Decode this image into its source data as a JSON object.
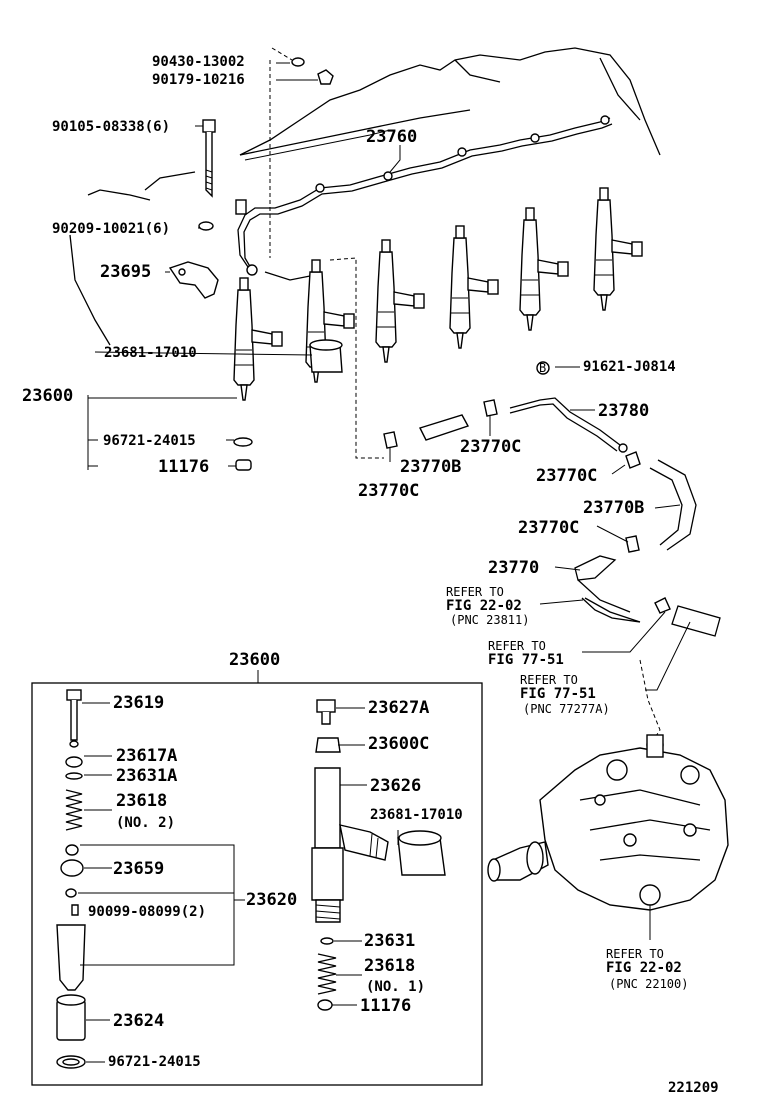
{
  "diagram_id": "221209",
  "callouts": {
    "c_90430": "90430-13002",
    "c_90179": "90179-10216",
    "c_90105": "90105-08338(6)",
    "c_90209": "90209-10021(6)",
    "c_23760": "23760",
    "c_23695": "23695",
    "c_23681_top": "23681-17010",
    "c_23600_top": "23600",
    "c_96721_top": "96721-24015",
    "c_11176_top": "11176",
    "c_91621": "91621-J0814",
    "c_23780": "23780",
    "c_23770C_a": "23770C",
    "c_23770B_a": "23770B",
    "c_23770C_b": "23770C",
    "c_23770C_c": "23770C",
    "c_23770B_b": "23770B",
    "c_23770C_d": "23770C",
    "c_23770": "23770",
    "c_b_marker": "B"
  },
  "references": {
    "ref1_line1": "REFER TO",
    "ref1_line2": "FIG 22-02",
    "ref1_line3": "(PNC 23811)",
    "ref2_line1": "REFER TO",
    "ref2_line2": "FIG 77-51",
    "ref3_line1": "REFER TO",
    "ref3_line2": "FIG 77-51",
    "ref3_line3": "(PNC 77277A)",
    "ref4_line1": "REFER TO",
    "ref4_line2": "FIG 22-02",
    "ref4_line3": "(PNC 22100)"
  },
  "breakdown": {
    "title": "23600",
    "p23619": "23619",
    "p23617A": "23617A",
    "p23631A": "23631A",
    "p23618_left": "23618",
    "p23618_left_note": "(NO. 2)",
    "p23659": "23659",
    "p90099": "90099-08099(2)",
    "p23620": "23620",
    "p23624": "23624",
    "p96721": "96721-24015",
    "p23627A": "23627A",
    "p23600C": "23600C",
    "p23626": "23626",
    "p23681": "23681-17010",
    "p23631": "23631",
    "p23618_right": "23618",
    "p23618_right_note": "(NO. 1)",
    "p11176": "11176"
  }
}
